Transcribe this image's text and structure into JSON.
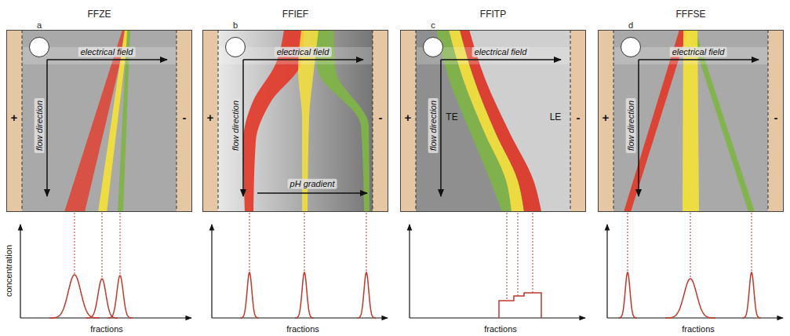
{
  "diagram": {
    "nodes": [
      {
        "text": [
          "FFZE"
        ]
      },
      {
        "text": [
          "a"
        ],
        "in": 0
      },
      {
        "text": [
          "FFIEF"
        ]
      },
      {
        "text": [
          "b"
        ],
        "in": 2
      },
      {
        "text": [
          "FFITP"
        ]
      },
      {
        "text": [
          "c"
        ],
        "in": 4
      },
      {
        "text": [
          "FFFSE"
        ]
      },
      {
        "text": [
          "d"
        ],
        "in": 6
      }
    ],
    "labels": [
      "electrical field",
      "flow direction",
      "+",
      "-",
      "fractions",
      "concentration",
      "electrical field",
      "flow direction",
      "pH gradient",
      "+",
      "-",
      "fractions",
      "electrical field",
      "flow direction",
      "TE",
      "LE",
      "+",
      "-",
      "fractions",
      "electrical field",
      "flow direction",
      "+",
      "-",
      "fractions"
    ]
  }
}
